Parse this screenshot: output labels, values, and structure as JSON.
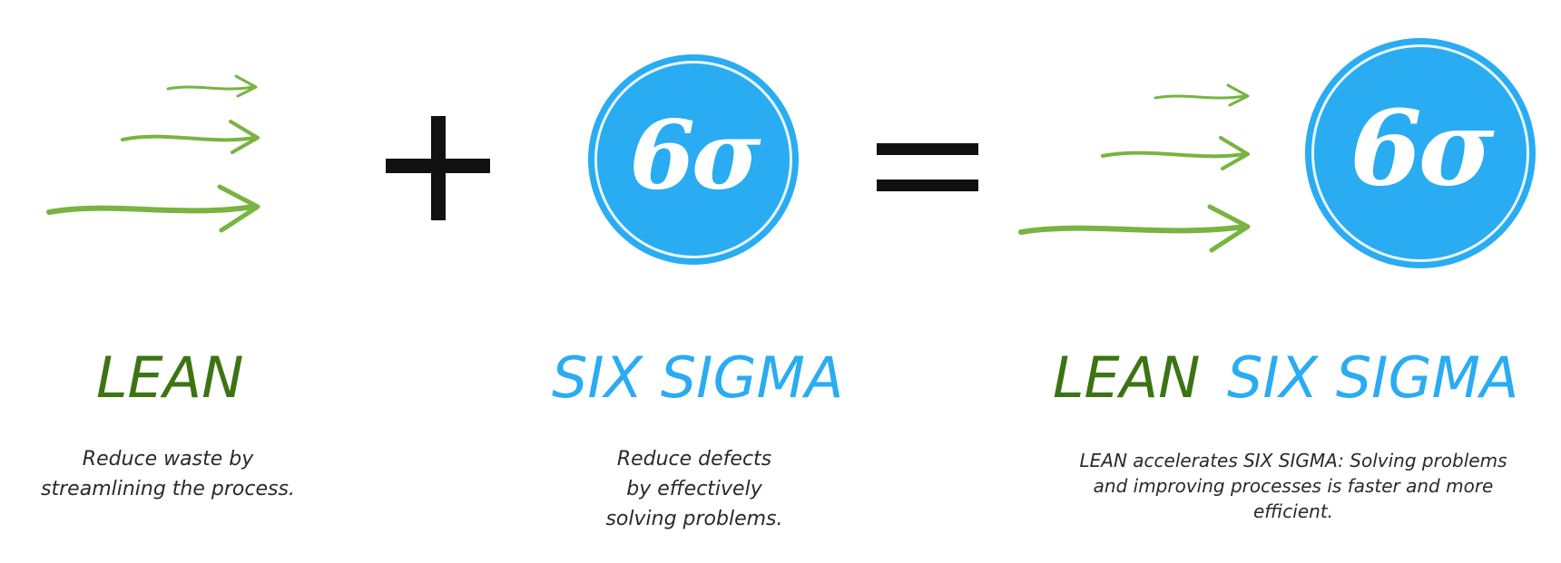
{
  "colors": {
    "lean_green": "#3c7413",
    "arrow_green": "#78b441",
    "sigma_blue": "#29acf2",
    "operator": "#111111",
    "text_dark": "#2a2a2a"
  },
  "blocks": {
    "lean": {
      "title": "LEAN",
      "description": [
        "Reduce waste by",
        "streamlining the process."
      ],
      "icon": "arrows-icon"
    },
    "six_sigma": {
      "title": "SIX SIGMA",
      "symbol": "6σ",
      "description": [
        "Reduce defects",
        "by effectively",
        "solving problems."
      ],
      "icon": "six-sigma-icon"
    },
    "lean_six_sigma": {
      "title_lean": "LEAN",
      "title_sigma": "SIX SIGMA",
      "symbol": "6σ",
      "description": [
        "LEAN accelerates SIX SIGMA: Solving problems",
        "and improving processes is faster and more",
        "efficient."
      ]
    }
  },
  "operators": {
    "plus": "plus-icon",
    "equals": "equals-icon"
  }
}
